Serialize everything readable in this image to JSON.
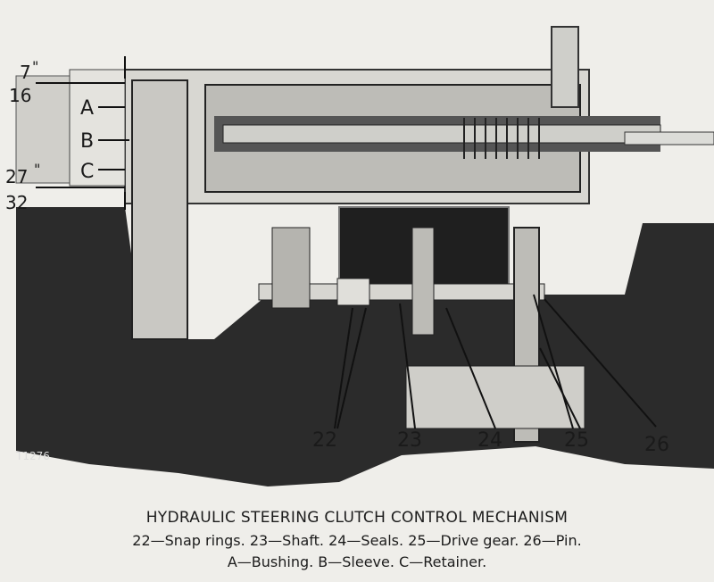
{
  "figure": {
    "dimension_top": {
      "numerator": "7",
      "denominator": "16",
      "unit": "\""
    },
    "dimension_bottom": {
      "numerator": "27",
      "denominator": "32",
      "unit": "\""
    },
    "letter_labels": [
      "A",
      "B",
      "C"
    ],
    "callouts": [
      "22",
      "23",
      "24",
      "25",
      "26"
    ],
    "figure_id": "T1276"
  },
  "caption": {
    "title": "HYDRAULIC STEERING CLUTCH CONTROL MECHANISM",
    "line1": "22—Snap rings. 23—Shaft. 24—Seals. 25—Drive gear. 26—Pin.",
    "line2": "A—Bushing. B—Sleeve. C—Retainer."
  }
}
